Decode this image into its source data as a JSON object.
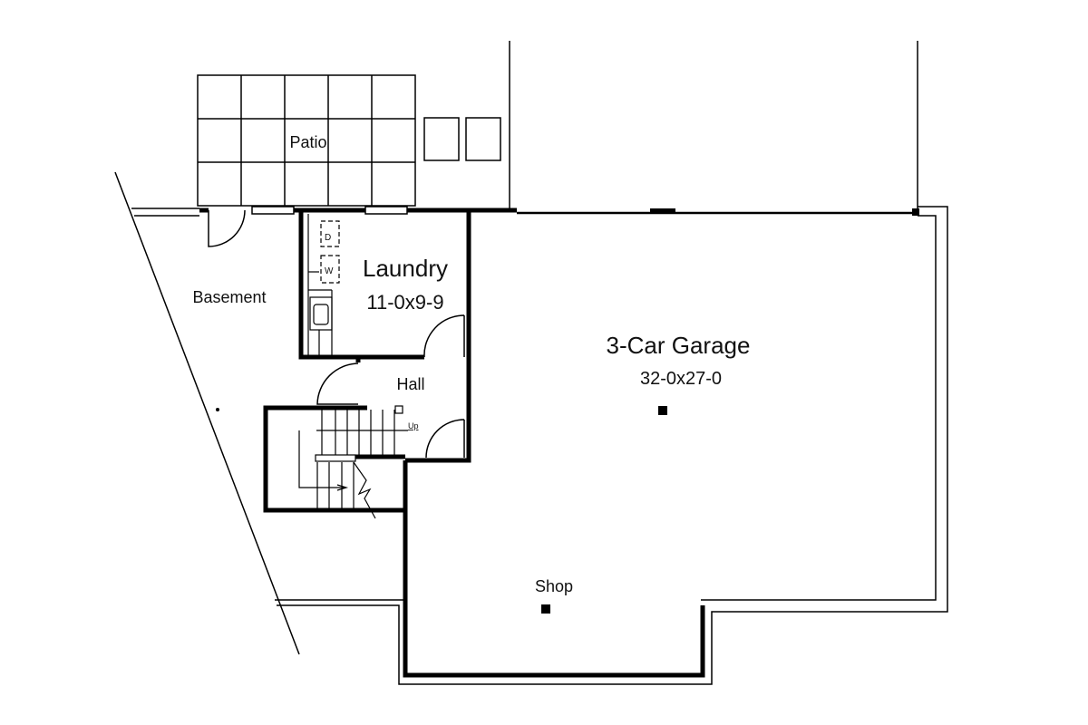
{
  "plan": {
    "rooms": {
      "patio": "Patio",
      "basement": "Basement",
      "laundry": "Laundry",
      "laundry_size": "11-0x9-9",
      "hall": "Hall",
      "garage": "3-Car Garage",
      "garage_size": "32-0x27-0",
      "shop": "Shop"
    },
    "appliances": {
      "dryer": "D",
      "washer": "W"
    },
    "stair_label": "Up"
  },
  "colors": {
    "line": "#000000",
    "background": "#ffffff"
  }
}
